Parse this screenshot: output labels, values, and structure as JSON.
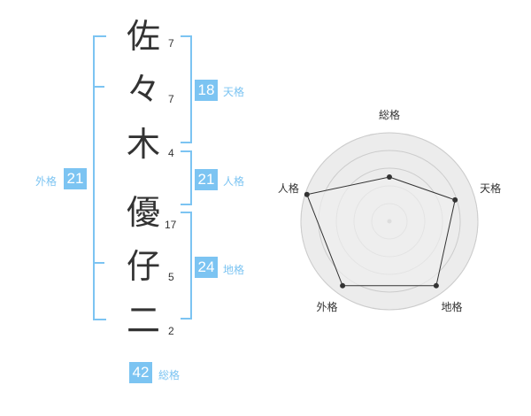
{
  "name_chars": [
    {
      "char": "佐",
      "strokes": "7"
    },
    {
      "char": "々",
      "strokes": "7"
    },
    {
      "char": "木",
      "strokes": "4"
    },
    {
      "char": "優",
      "strokes": "17"
    },
    {
      "char": "仔",
      "strokes": "5"
    },
    {
      "char": "二",
      "strokes": "2"
    }
  ],
  "fortunes": {
    "tenkaku": {
      "value": "18",
      "label": "天格"
    },
    "jinkaku": {
      "value": "21",
      "label": "人格"
    },
    "chikaku": {
      "value": "24",
      "label": "地格"
    },
    "gaikaku": {
      "value": "21",
      "label": "外格"
    },
    "soukaku": {
      "value": "42",
      "label": "総格"
    }
  },
  "colors": {
    "accent": "#7cc4f2",
    "text": "#333333",
    "radar_fill": "#ececec"
  },
  "chart_data": {
    "type": "radar",
    "axes": [
      "総格",
      "天格",
      "地格",
      "外格",
      "人格"
    ],
    "values": [
      0.5,
      0.78,
      0.9,
      0.9,
      0.98
    ],
    "max": 1,
    "rings": 5
  }
}
